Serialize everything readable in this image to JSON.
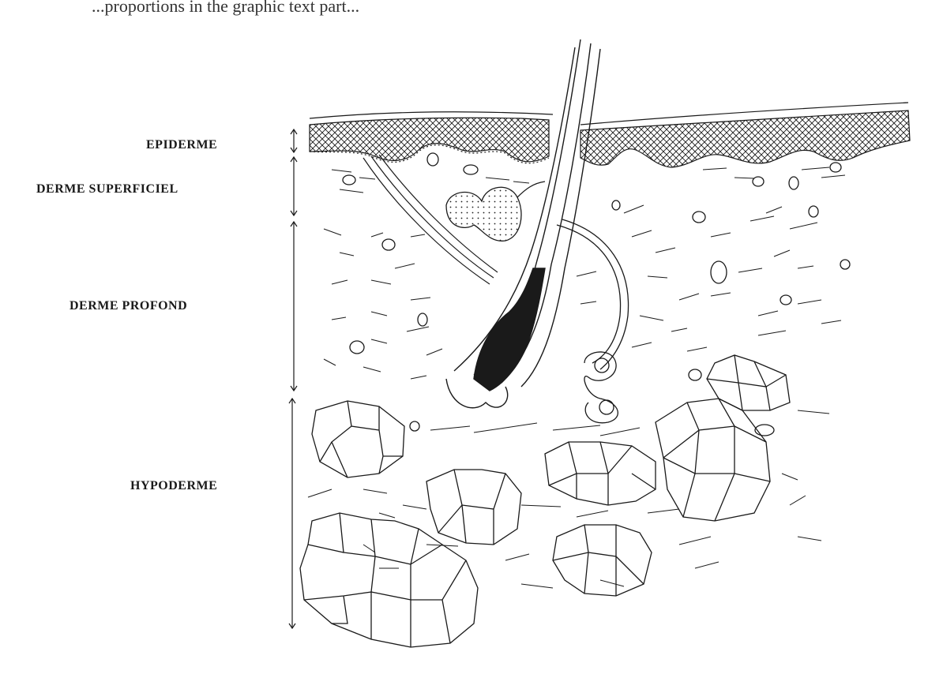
{
  "top_text": "...proportions in the graphic text part...",
  "labels": {
    "epiderme": "EPIDERME",
    "derme_superficiel": "DERME SUPERFICIEL",
    "derme_profond": "DERME PROFOND",
    "hypoderme": "HYPODERME"
  },
  "colors": {
    "ink": "#1a1a1a",
    "paper": "#ffffff"
  }
}
